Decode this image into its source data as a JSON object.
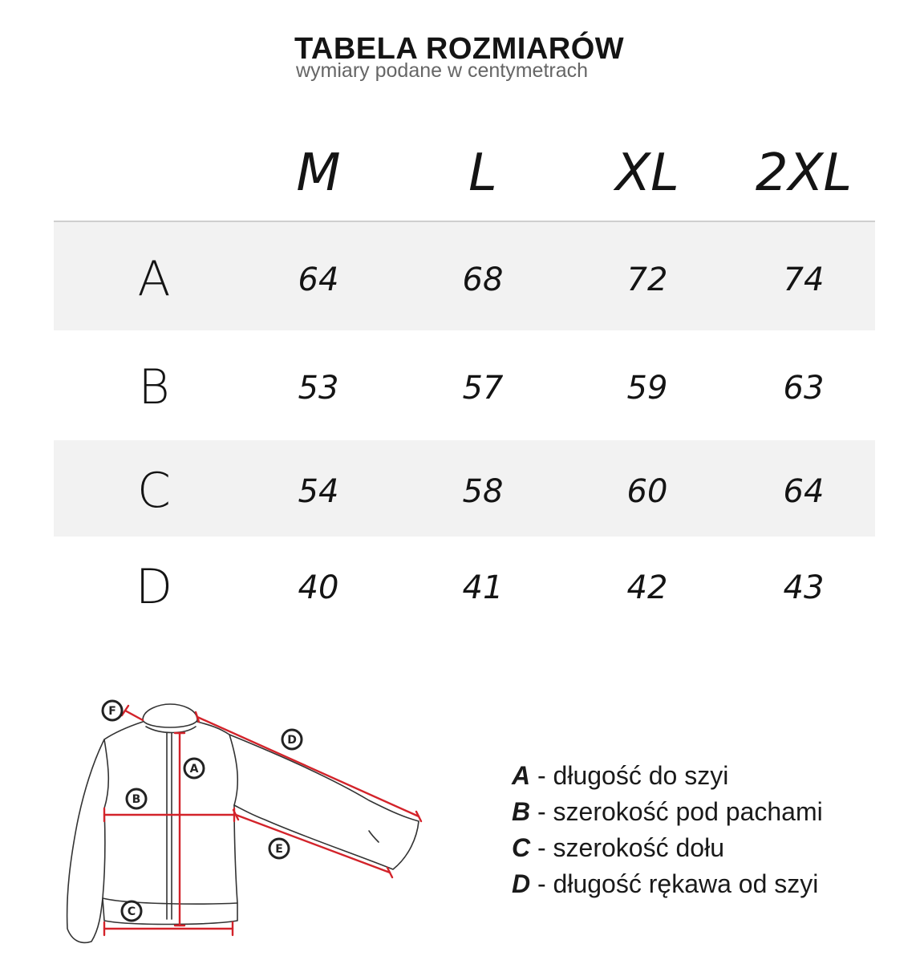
{
  "header": {
    "title": "TABELA ROZMIARÓW",
    "subtitle": "wymiary podane w centymetrach"
  },
  "table": {
    "columns": [
      "M",
      "L",
      "XL",
      "2XL"
    ],
    "rows": [
      {
        "label": "A",
        "values": [
          "64",
          "68",
          "72",
          "74"
        ]
      },
      {
        "label": "B",
        "values": [
          "53",
          "57",
          "59",
          "63"
        ]
      },
      {
        "label": "C",
        "values": [
          "54",
          "58",
          "60",
          "64"
        ]
      },
      {
        "label": "D",
        "values": [
          "40",
          "41",
          "42",
          "43"
        ]
      }
    ]
  },
  "diagram": {
    "markers": [
      "F",
      "D",
      "A",
      "B",
      "E",
      "C"
    ],
    "line_color": "#d3232a",
    "outline_color": "#333333"
  },
  "legend": [
    {
      "key": "A",
      "text": " - długość do szyi"
    },
    {
      "key": "B",
      "text": " - szerokość pod pachami"
    },
    {
      "key": "C",
      "text": " - szerokość dołu"
    },
    {
      "key": "D",
      "text": " - długość rękawa od szyi"
    }
  ]
}
